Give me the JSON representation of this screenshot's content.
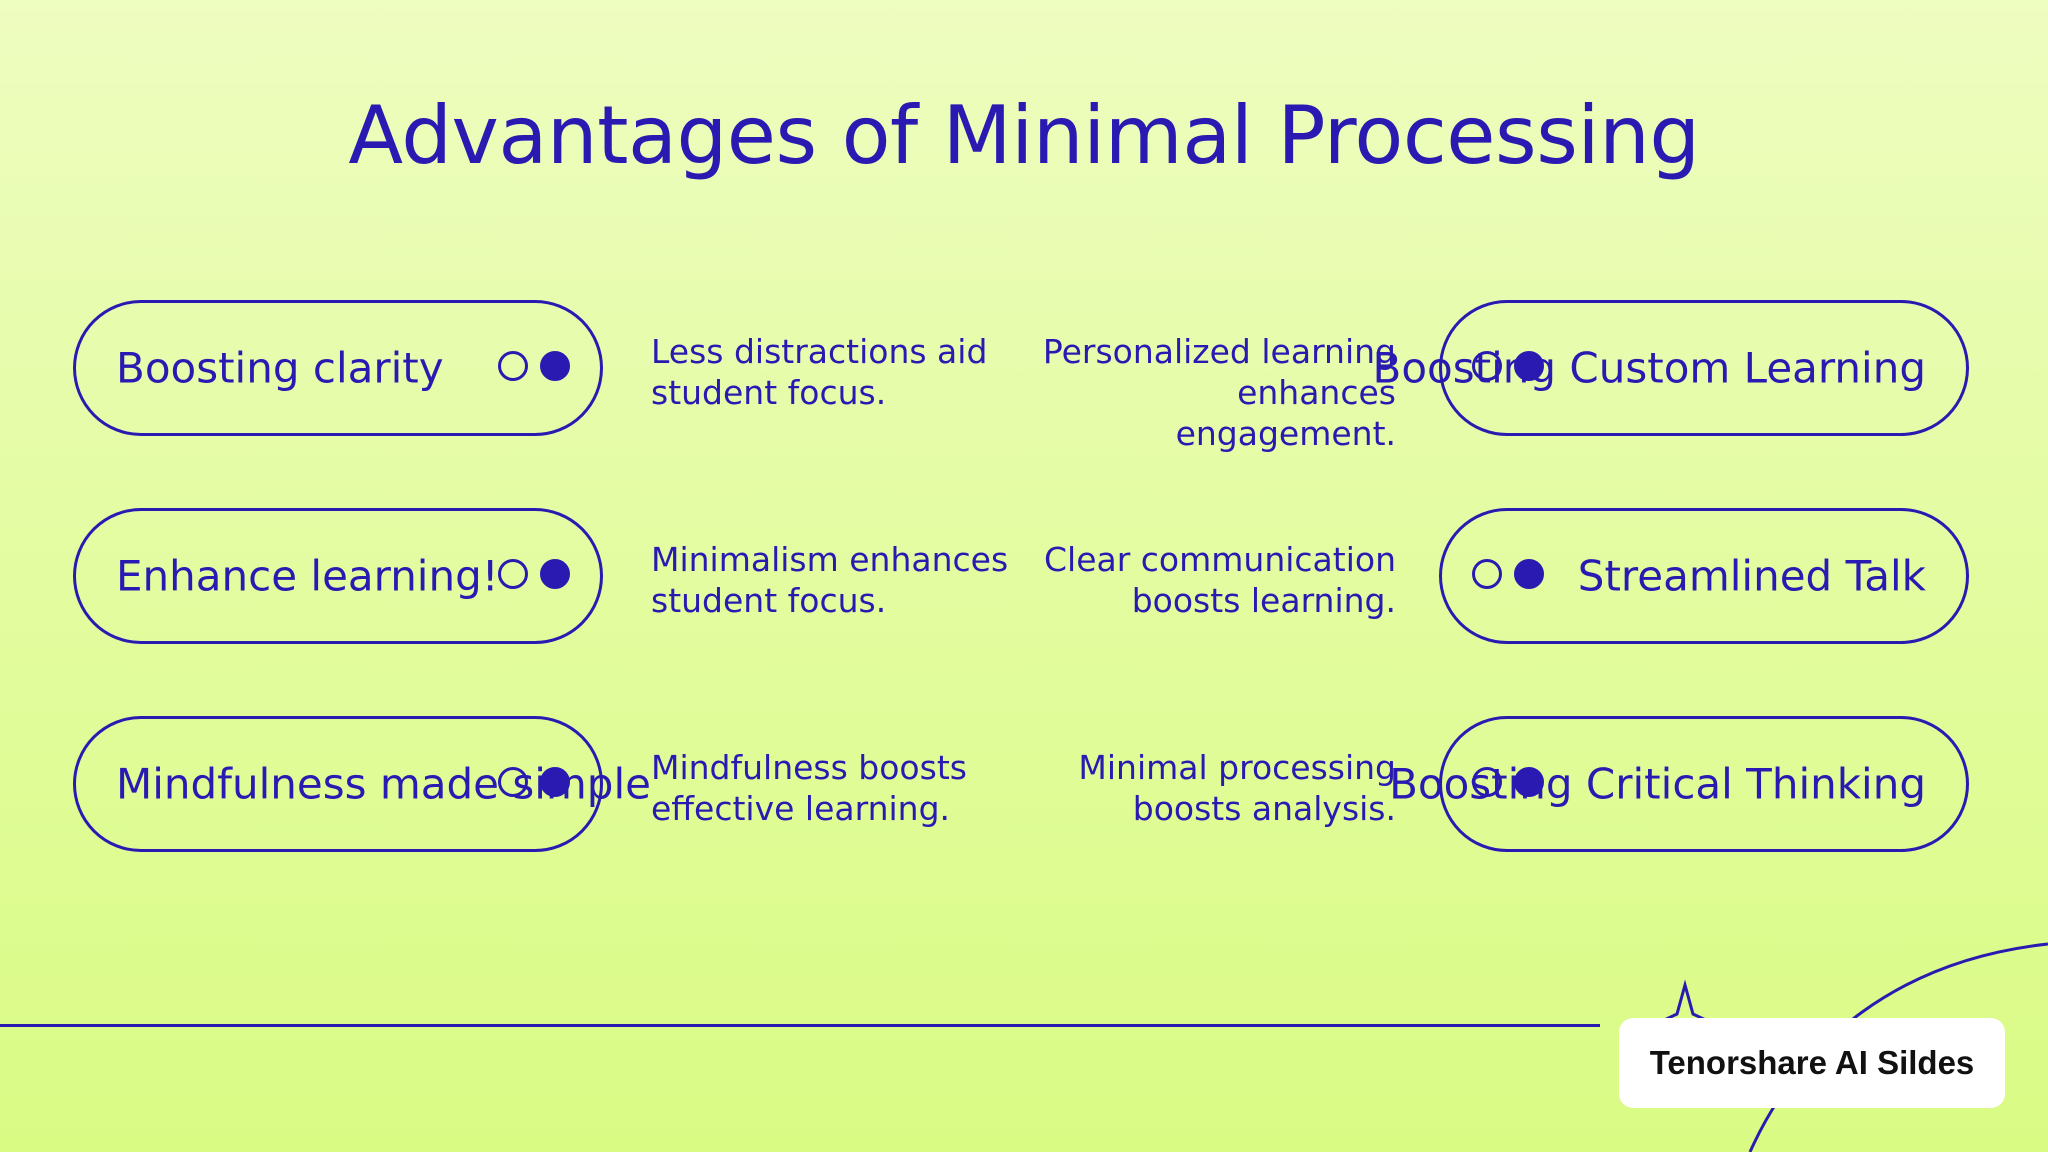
{
  "title": "Advantages of Minimal Processing",
  "left_items": [
    {
      "label": "Boosting clarity",
      "description": "Less distractions aid student focus."
    },
    {
      "label": "Enhance learning!",
      "description": "Minimalism enhances student focus."
    },
    {
      "label": "Mindfulness made simple",
      "description": "Mindfulness boosts effective learning."
    }
  ],
  "right_items": [
    {
      "label": "Boosting Custom Learning",
      "description": "Personalized learning enhances engagement."
    },
    {
      "label": "Streamlined Talk",
      "description": "Clear communication boosts learning."
    },
    {
      "label": "Boosting Critical Thinking",
      "description": "Minimal processing boosts analysis."
    }
  ],
  "brand": "Tenorshare AI Sildes",
  "colors": {
    "accent": "#2a1ab2",
    "background_top": "#eefdc0",
    "background_bottom": "#d9fb84"
  }
}
